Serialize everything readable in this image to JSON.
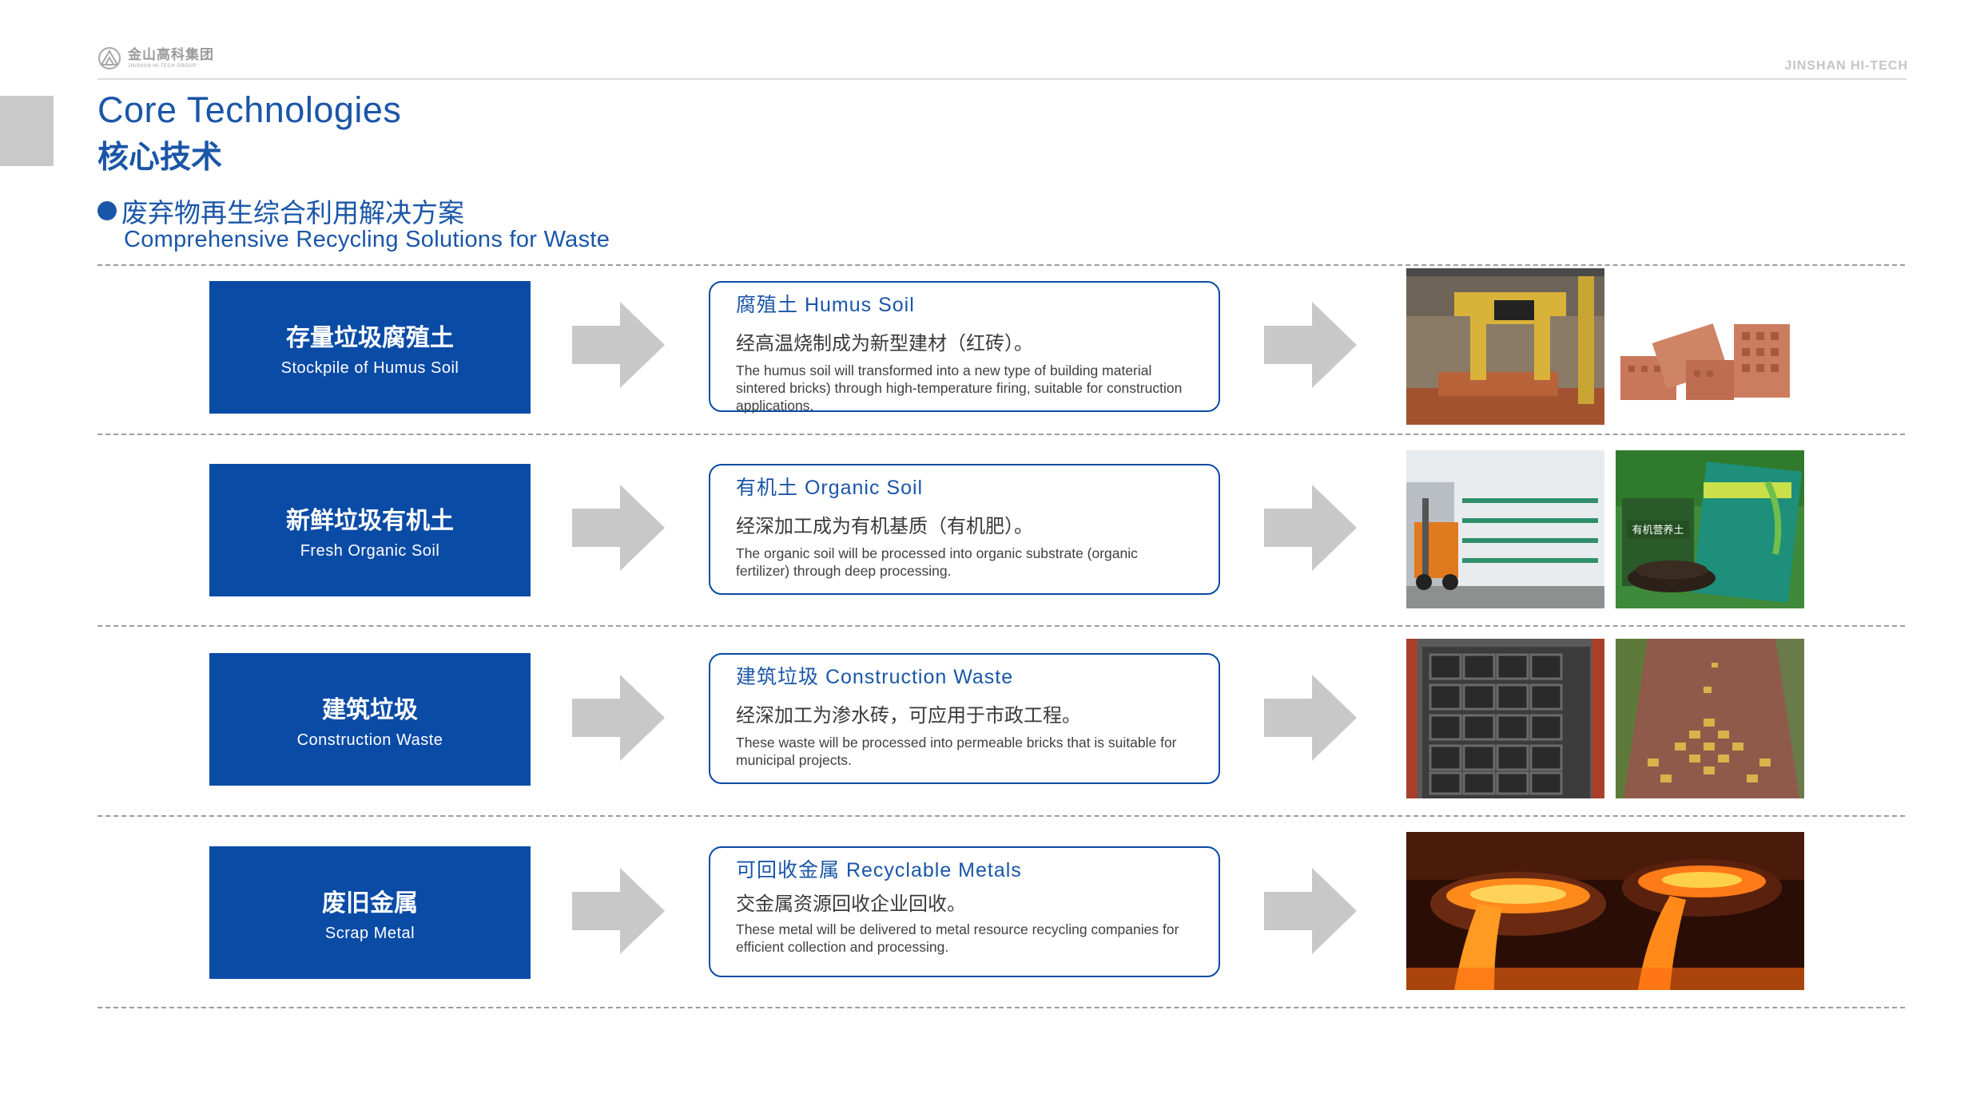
{
  "header": {
    "logo_cn": "金山高科集团",
    "logo_en": "JINSHAN HI-TECH GROUP",
    "brand": "JINSHAN HI-TECH"
  },
  "title": {
    "en": "Core Technologies",
    "cn": "核心技术"
  },
  "section": {
    "cn": "废弃物再生综合利用解决方案",
    "en": "Comprehensive Recycling Solutions for Waste"
  },
  "colors": {
    "brand_blue": "#0a4ba6",
    "text_blue": "#1a56a8",
    "arrow_gray": "#c8c8c8"
  },
  "rows": [
    {
      "source_cn": "存量垃圾腐殖土",
      "source_en": "Stockpile of Humus Soil",
      "title": "腐殖土  Humus Soil",
      "desc_cn": "经高温烧制成为新型建材（红砖）。",
      "desc_en": "The humus soil will transformed into a new type of building material sintered bricks) through high-temperature firing, suitable for construction applications.",
      "images": [
        "robotic-kiln-photo",
        "red-bricks-photo"
      ]
    },
    {
      "source_cn": "新鲜垃圾有机土",
      "source_en": "Fresh Organic Soil",
      "title": "有机土  Organic Soil",
      "desc_cn": "经深加工成为有机基质（有机肥）。",
      "desc_en": "The organic soil will be processed into organic substrate (organic fertilizer) through  deep processing.",
      "images": [
        "fertilizer-warehouse-photo",
        "fertilizer-bag-photo"
      ],
      "bag_text": "有机营养土"
    },
    {
      "source_cn": "建筑垃圾",
      "source_en": "Construction Waste",
      "title": "建筑垃圾  Construction Waste",
      "desc_cn": "经深加工为渗水砖，可应用于市政工程。",
      "desc_en": "These waste will be processed into permeable bricks that is suitable for municipal projects.",
      "images": [
        "permeable-brick-molds-photo",
        "brick-pavement-photo"
      ]
    },
    {
      "source_cn": "废旧金属",
      "source_en": "Scrap Metal",
      "title": "可回收金属  Recyclable Metals",
      "desc_cn": "交金属资源回收企业回收。",
      "desc_en": "These metal will be delivered to metal resource recycling companies for efficient collection and processing.",
      "images": [
        "molten-metal-photo"
      ]
    }
  ]
}
